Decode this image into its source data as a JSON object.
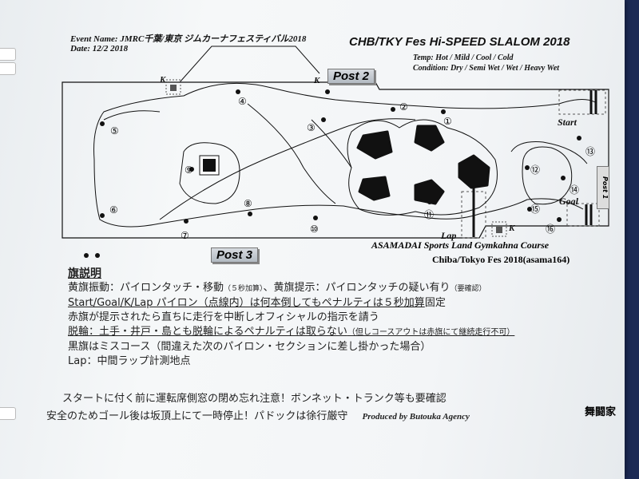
{
  "header": {
    "event_name": "Event Name: JMRC千葉/東京 ジムカーナフェスティバル2018",
    "date": "Date:      12/2  2018",
    "title": "CHB/TKY Fes Hi-SPEED SLALOM 2018",
    "temp": "Temp: Hot / Mild / Cool / Cold",
    "condition": "Condition: Dry / Semi Wet / Wet / Heavy Wet"
  },
  "map": {
    "post2": "Post 2",
    "post3": "Post 3",
    "post1": "Post 1",
    "start": "Start",
    "goal": "Goal",
    "lap": "Lap",
    "k": "K",
    "pylons": [
      "①",
      "②",
      "③",
      "④",
      "⑤",
      "⑥",
      "⑦",
      "⑧",
      "⑨",
      "⑩",
      "⑪",
      "⑫",
      "⑬",
      "⑭",
      "⑮",
      "⑯"
    ],
    "course_name": "ASAMADAI Sports Land Gymkahna Course",
    "course_sub": "Chiba/Tokyo Fes 2018(asama164)"
  },
  "notes": {
    "heading": "旗説明",
    "l1a": "黄旗振動：パイロンタッチ・移動",
    "l1b": "（５秒加算）",
    "l1c": "、黄旗提示：パイロンタッチの疑い有り",
    "l1d": "（要確認）",
    "l2a": "Start/Goal/K/Lap パイロン（点線内）は何本倒してもペナルティは５秒加算",
    "l2b": "固定",
    "l3": "赤旗が提示されたら直ちに走行を中断しオフィシャルの指示を請う",
    "l4a": "脱輪：土手・井戸・島とも脱輪によるペナルティは取らない",
    "l4b": "（但しコースアウトは赤旗にて継続走行不可）",
    "l5": "黒旗はミスコース（間違えた次のパイロン・セクションに差し掛かった場合）",
    "l6": "Lap：中間ラップ計測地点",
    "b1": "スタートに付く前に運転席側窓の閉め忘れ注意！ボンネット・トランク等も要確認",
    "b2": "安全のためゴール後は坂頂上にて一時停止！パドックは徐行厳守",
    "produced": "Produced by Butouka Agency",
    "stamp": "舞闘家"
  }
}
